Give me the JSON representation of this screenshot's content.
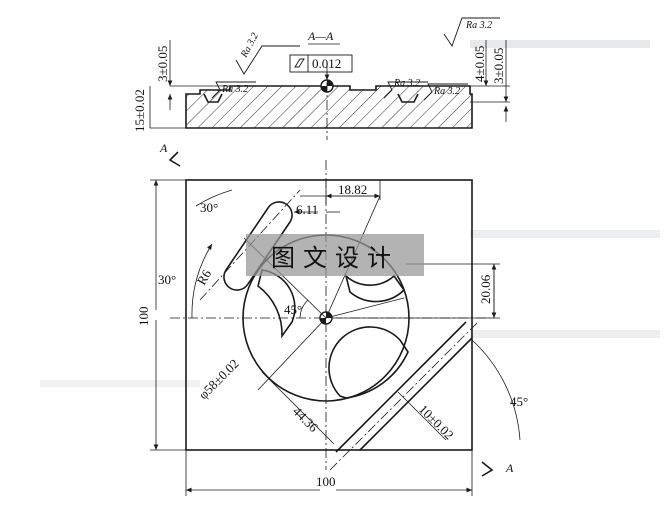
{
  "section_label": "A—A",
  "flatness_value": "0.012",
  "roughness": "Ra 3.2",
  "dims": {
    "d3_left": "3±0.05",
    "d15": "15±0.02",
    "d4_right": "4±0.05",
    "d3_right": "3±0.05",
    "width100": "100",
    "height100": "100",
    "d1882": "18.82",
    "d611": "6.11",
    "d2006": "20.06",
    "ang30_top": "30°",
    "ang30_left": "30°",
    "r6": "R6",
    "ang45_inner": "45°",
    "ang45_right": "45°",
    "phi58": "φ58±0.02",
    "d4436": "44.36",
    "d10": "10±0.02"
  },
  "view_marks": {
    "a_top": "A",
    "a_bottom": "A"
  },
  "watermark": "图文设计",
  "colors": {
    "line": "#1a1a1a",
    "watermark_bg": "#969696"
  }
}
